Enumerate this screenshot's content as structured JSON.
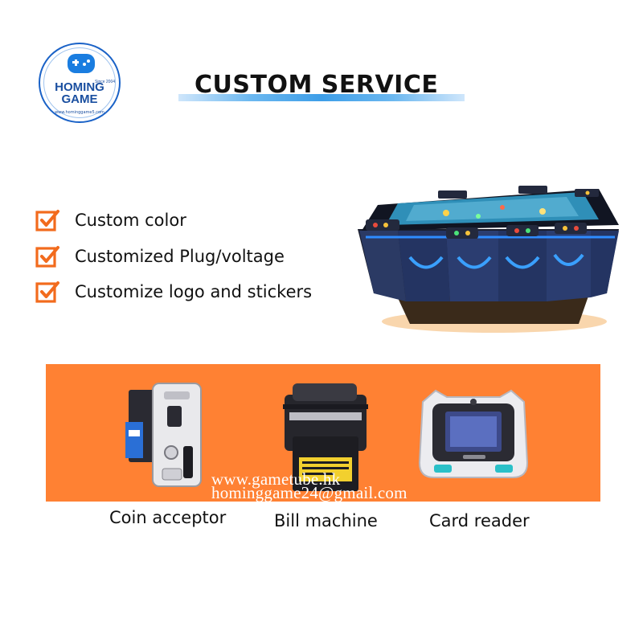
{
  "logo": {
    "name_line1": "HOMING",
    "name_line2": "GAME",
    "since": "Since 2004",
    "url": "www.hominggame5.com"
  },
  "title": "CUSTOM SERVICE",
  "features": [
    {
      "label": "Custom color",
      "icon": "checkbox-icon"
    },
    {
      "label": "Customized Plug/voltage",
      "icon": "checkbox-icon"
    },
    {
      "label": "Customize logo and stickers",
      "icon": "checkbox-icon"
    }
  ],
  "products": [
    {
      "label": "Coin acceptor"
    },
    {
      "label": "Bill machine"
    },
    {
      "label": "Card reader"
    }
  ],
  "watermark": {
    "line1": "www.gametube.hk",
    "line2": "hominggame24@gmail.com"
  },
  "colors": {
    "accent_orange": "#ff8133",
    "check_orange": "#f26b1d",
    "logo_blue": "#1a4fa0",
    "title_bar_blue": "#3d9ee8"
  }
}
